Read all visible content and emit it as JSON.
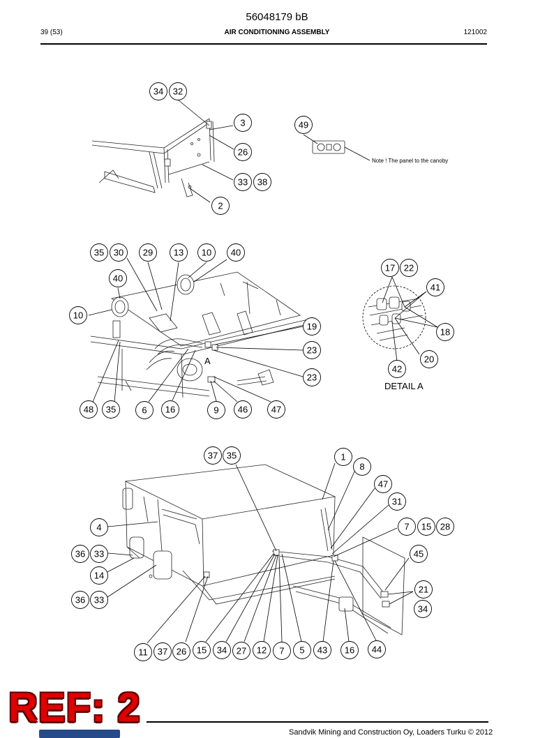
{
  "header": {
    "doc_number": "56048179 bB",
    "page": "39 (53)",
    "title": "AIR CONDITIONING ASSEMBLY",
    "date_code": "121002"
  },
  "footer": {
    "text": "Sandvik Mining and Construction Oy, Loaders Turku © 2012",
    "stamp": "REF: 2"
  },
  "views": {
    "top": {
      "callouts": [
        "34",
        "32",
        "3",
        "26",
        "33",
        "38",
        "2"
      ],
      "panel_callout": "49",
      "note": "Note ! The panel to the canoby"
    },
    "middle": {
      "callouts": [
        "35",
        "30",
        "29",
        "13",
        "10",
        "40",
        "40",
        "10",
        "19",
        "23",
        "23",
        "48",
        "35",
        "6",
        "16",
        "9",
        "46",
        "47"
      ],
      "detail_marker": "A"
    },
    "detail": {
      "callouts": [
        "17",
        "22",
        "41",
        "18",
        "20",
        "42"
      ],
      "label": "DETAIL A"
    },
    "bottom": {
      "callouts": [
        "37",
        "35",
        "1",
        "8",
        "47",
        "31",
        "4",
        "7",
        "15",
        "28",
        "36",
        "33",
        "45",
        "14",
        "21",
        "36",
        "33",
        "34",
        "11",
        "37",
        "26",
        "15",
        "34",
        "27",
        "12",
        "7",
        "5",
        "43",
        "16",
        "44"
      ]
    }
  }
}
